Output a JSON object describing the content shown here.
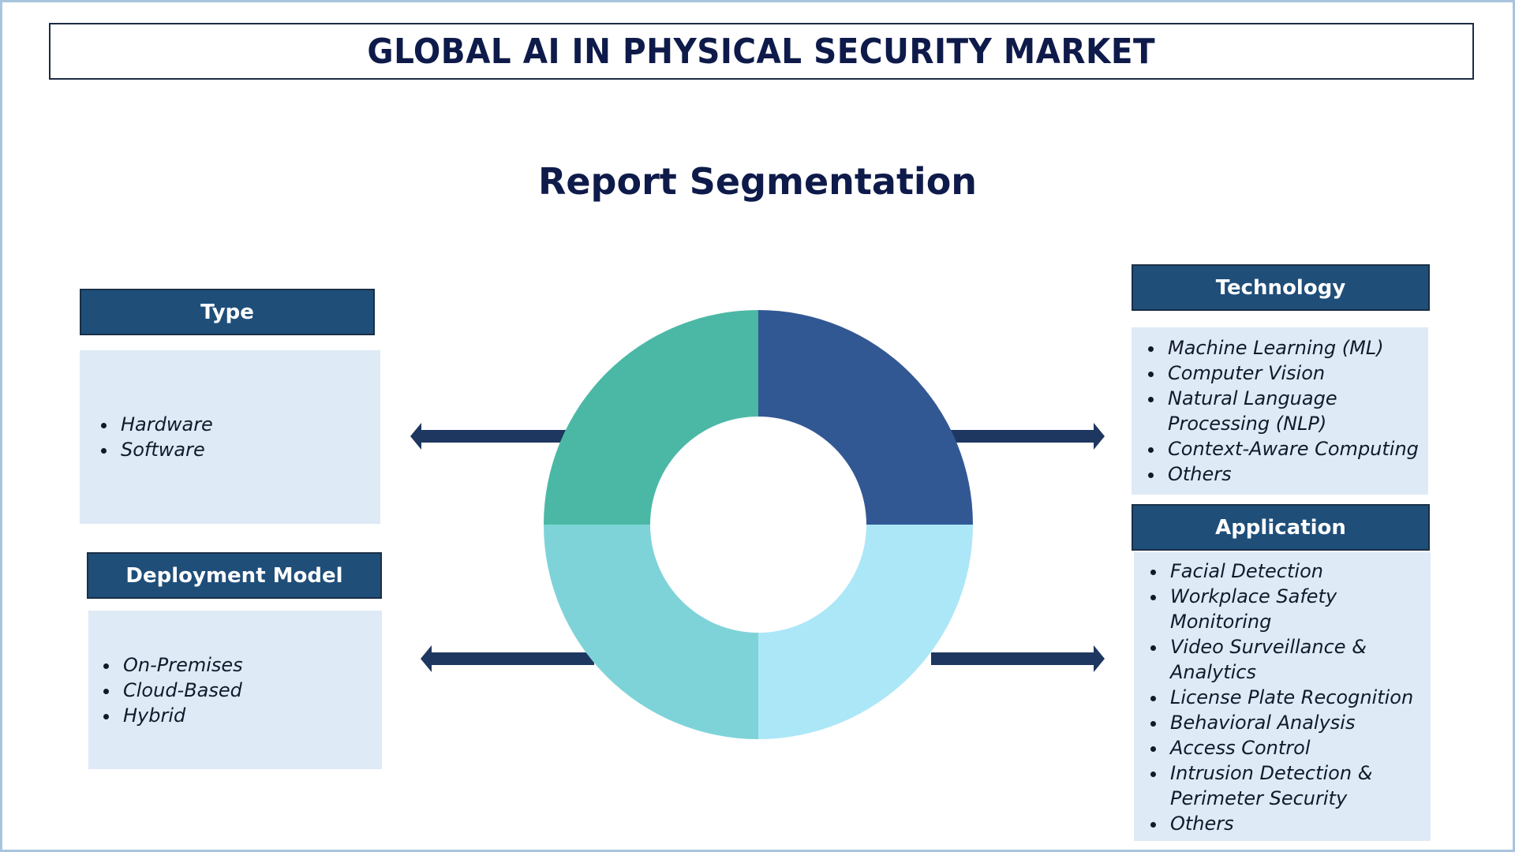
{
  "header": {
    "title": "GLOBAL AI IN PHYSICAL SECURITY MARKET",
    "subtitle": "Report Segmentation"
  },
  "segments": {
    "type": {
      "label": "Type",
      "items": [
        "Hardware",
        "Software"
      ]
    },
    "deployment_model": {
      "label": "Deployment Model",
      "items": [
        "On-Premises",
        "Cloud-Based",
        "Hybrid"
      ]
    },
    "technology": {
      "label": "Technology",
      "items": [
        "Machine Learning (ML)",
        "Computer Vision",
        "Natural Language Processing (NLP)",
        "Context-Aware Computing",
        "Others"
      ]
    },
    "application": {
      "label": "Application",
      "items": [
        "Facial Detection",
        "Workplace Safety Monitoring",
        "Video Surveillance & Analytics",
        "License Plate Recognition",
        "Behavioral Analysis",
        "Access Control",
        "Intrusion Detection & Perimeter Security",
        "Others"
      ]
    }
  },
  "donut": {
    "quadrants": [
      {
        "position": "top-left",
        "color": "#4bb8a6"
      },
      {
        "position": "top-right",
        "color": "#325894"
      },
      {
        "position": "bottom-left",
        "color": "#7ed3d8"
      },
      {
        "position": "bottom-right",
        "color": "#ace7f8"
      }
    ]
  },
  "colors": {
    "title_text": "#0e1b4a",
    "header_bg": "#1f4e79",
    "body_bg": "#deeaf6",
    "arrow": "#1e3760",
    "frame_border": "#a9c4de"
  }
}
